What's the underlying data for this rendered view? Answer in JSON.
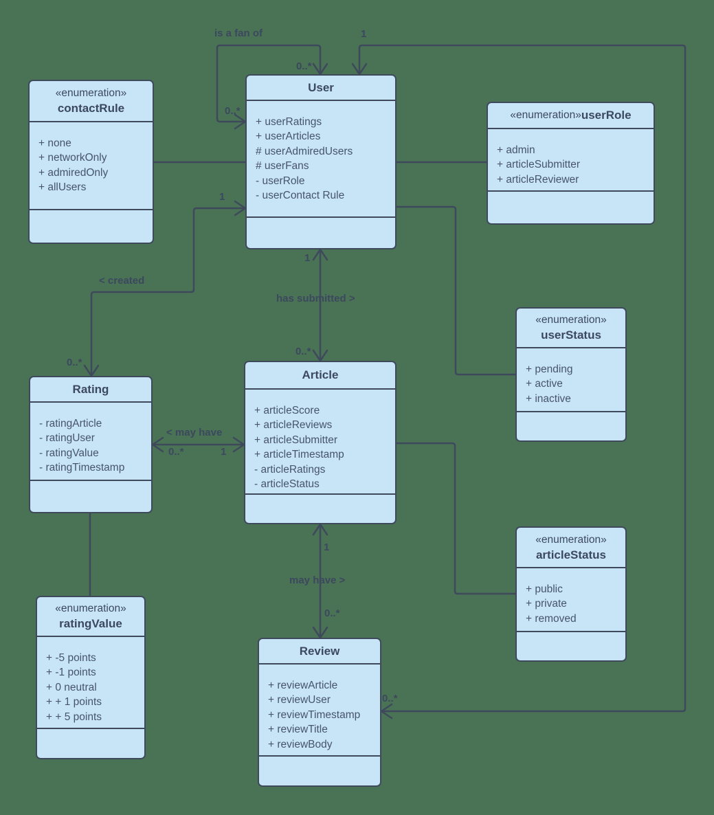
{
  "theme": {
    "bg": "#4a7254",
    "node-fill": "#c8e5f8",
    "line": "#3e4a5c",
    "text": "#3c485e",
    "attr-text": "#475469"
  },
  "classes": {
    "contact_rule": {
      "stereotype": "«enumeration»",
      "name": "contactRule",
      "attributes": [
        "+ none",
        "+ networkOnly",
        "+ admiredOnly",
        "+ allUsers"
      ]
    },
    "user": {
      "name": "User",
      "attributes": [
        "+ userRatings",
        "+ userArticles",
        "# userAdmiredUsers",
        "# userFans",
        "- userRole",
        "- userContact Rule"
      ]
    },
    "user_role": {
      "stereotype": "«enumeration»",
      "name": "userRole",
      "attributes": [
        "+ admin",
        "+ articleSubmitter",
        "+ articleReviewer"
      ]
    },
    "user_status": {
      "stereotype": "«enumeration»",
      "name": "userStatus",
      "attributes": [
        "+ pending",
        "+ active",
        "+ inactive"
      ]
    },
    "rating": {
      "name": "Rating",
      "attributes": [
        "- ratingArticle",
        "- ratingUser",
        "- ratingValue",
        "- ratingTimestamp"
      ]
    },
    "article": {
      "name": "Article",
      "attributes": [
        "+ articleScore",
        "+ articleReviews",
        "+ articleSubmitter",
        "+ articleTimestamp",
        "- articleRatings",
        "- articleStatus"
      ]
    },
    "article_status": {
      "stereotype": "«enumeration»",
      "name": "articleStatus",
      "attributes": [
        "+ public",
        "+ private",
        "+ removed"
      ]
    },
    "rating_value": {
      "stereotype": "«enumeration»",
      "name": "ratingValue",
      "attributes": [
        "+ -5 points",
        "+ -1 points",
        "+ 0 neutral",
        "+ + 1 points",
        "+ + 5 points"
      ]
    },
    "review": {
      "name": "Review",
      "attributes": [
        "+ reviewArticle",
        "+ reviewUser",
        "+ reviewTimestamp",
        "+ reviewTitle",
        "+ reviewBody"
      ]
    }
  },
  "labels": {
    "fan_name": "is a fan of",
    "fan_mult_source": "0..*",
    "fan_mult_target": "0..*",
    "review_user_mult_user": "1",
    "review_user_mult_review": "0..*",
    "created_name": "< created",
    "created_mult_user": "1",
    "created_mult_rating": "0..*",
    "submitted_name": "has submitted >",
    "submitted_mult_user": "1",
    "submitted_mult_article": "0..*",
    "rating_may_have_name": "< may have",
    "rating_may_have_mult_rating": "0..*",
    "rating_may_have_mult_article": "1",
    "review_may_have_name": "may have >",
    "review_may_have_mult_article": "1",
    "review_may_have_mult_review": "0..*"
  }
}
